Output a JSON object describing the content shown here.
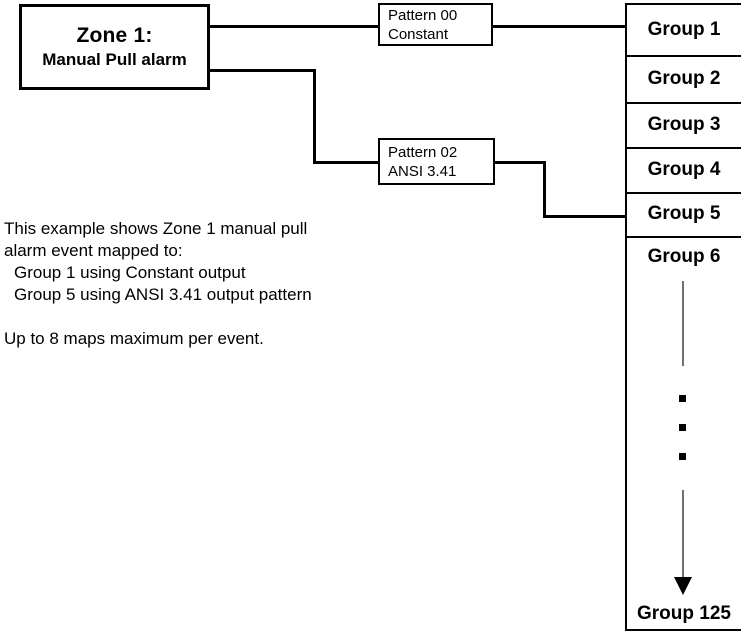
{
  "diagram": {
    "zone": {
      "title": "Zone 1:",
      "subtitle": "Manual Pull alarm"
    },
    "patterns": [
      {
        "id": "pattern-00",
        "code": "Pattern 00",
        "name": "Constant"
      },
      {
        "id": "pattern-02",
        "code": "Pattern 02",
        "name": "ANSI 3.41"
      }
    ],
    "groups": [
      {
        "label": "Group 1"
      },
      {
        "label": "Group 2"
      },
      {
        "label": "Group 3"
      },
      {
        "label": "Group 4"
      },
      {
        "label": "Group 5"
      },
      {
        "label": "Group 6"
      },
      {
        "label": "Group 125"
      }
    ],
    "caption": {
      "line1": "This example shows Zone 1 manual pull",
      "line2": "alarm event mapped to:",
      "line3": "Group 1 using Constant output",
      "line4": "Group 5 using ANSI 3.41 output pattern",
      "line5": "Up to 8 maps maximum per event."
    },
    "colors": {
      "line": "#000000",
      "continuation_line": "#6f6f6f",
      "background": "#ffffff"
    }
  }
}
